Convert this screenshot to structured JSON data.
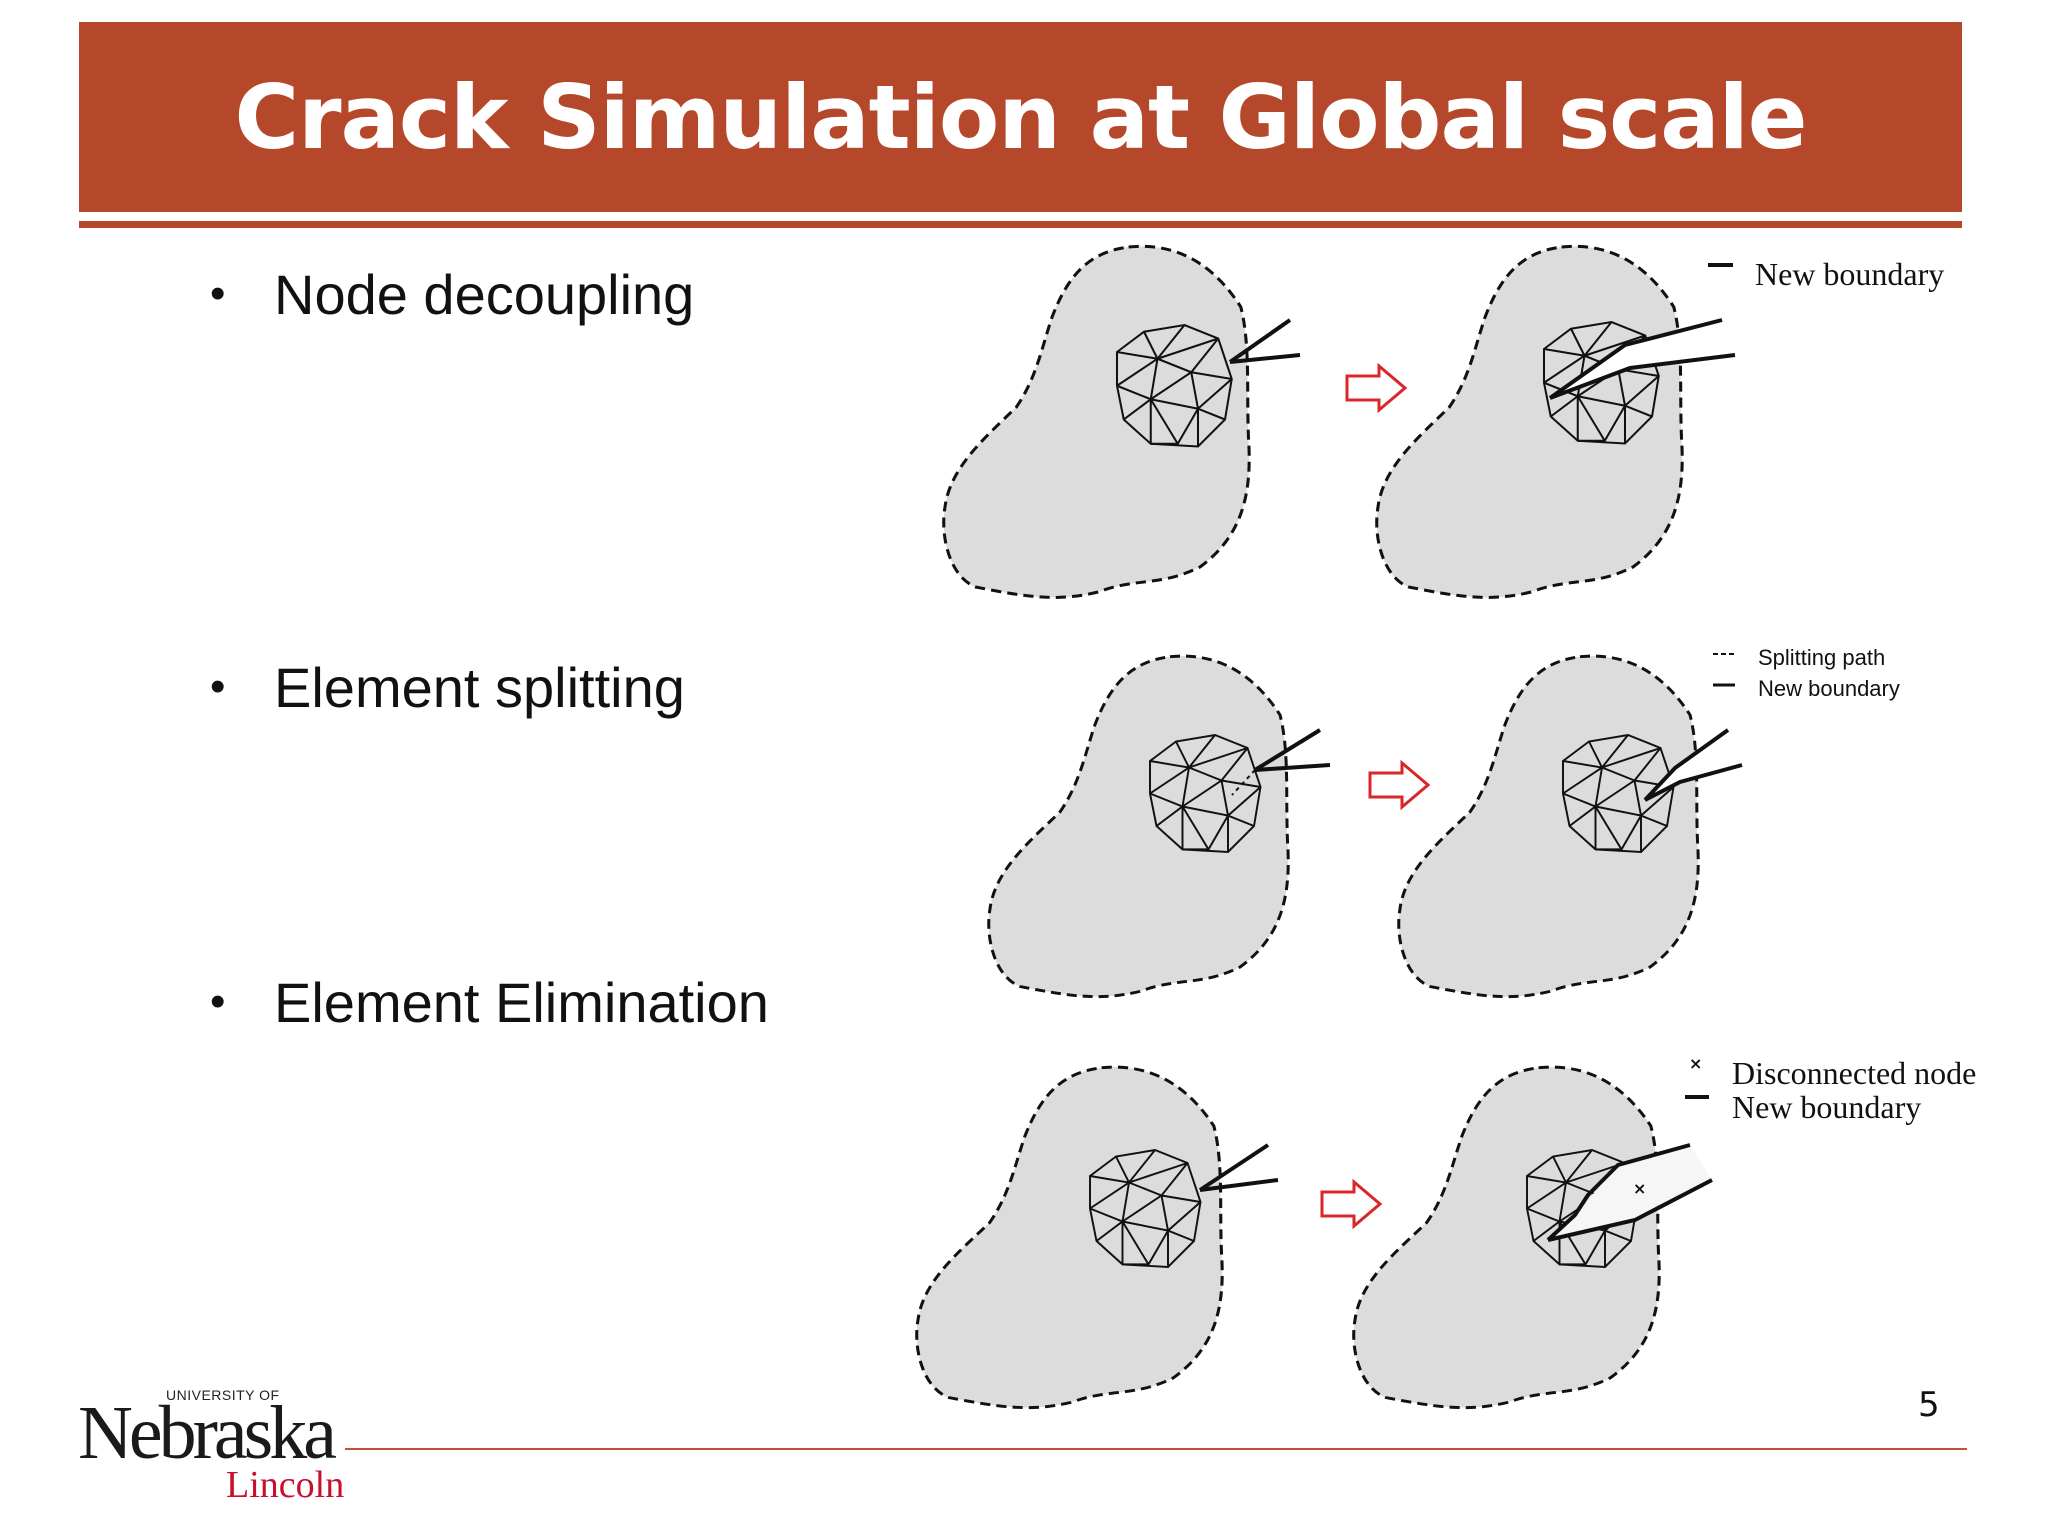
{
  "slide": {
    "title": "Crack Simulation at Global scale",
    "page_number": "5"
  },
  "bullets": [
    {
      "label": "Node decoupling"
    },
    {
      "label": "Element splitting"
    },
    {
      "label": "Element Elimination"
    }
  ],
  "legends": {
    "row1": {
      "new_boundary": "New boundary"
    },
    "row2": {
      "splitting_path": "Splitting path",
      "new_boundary": "New boundary"
    },
    "row3": {
      "disconnected_node": "Disconnected node",
      "new_boundary": "New boundary"
    }
  },
  "logo": {
    "university": "UNIVERSITY",
    "of": "OF",
    "name": "Nebraska",
    "campus": "Lincoln"
  },
  "colors": {
    "title_bar": "#b5472a",
    "arrow": "#d9262b",
    "blob_fill": "#dcdcdc",
    "logo_accent": "#c8102e"
  },
  "icons": {
    "bullet": "•",
    "process_arrow": "hollow-right-arrow-icon"
  }
}
